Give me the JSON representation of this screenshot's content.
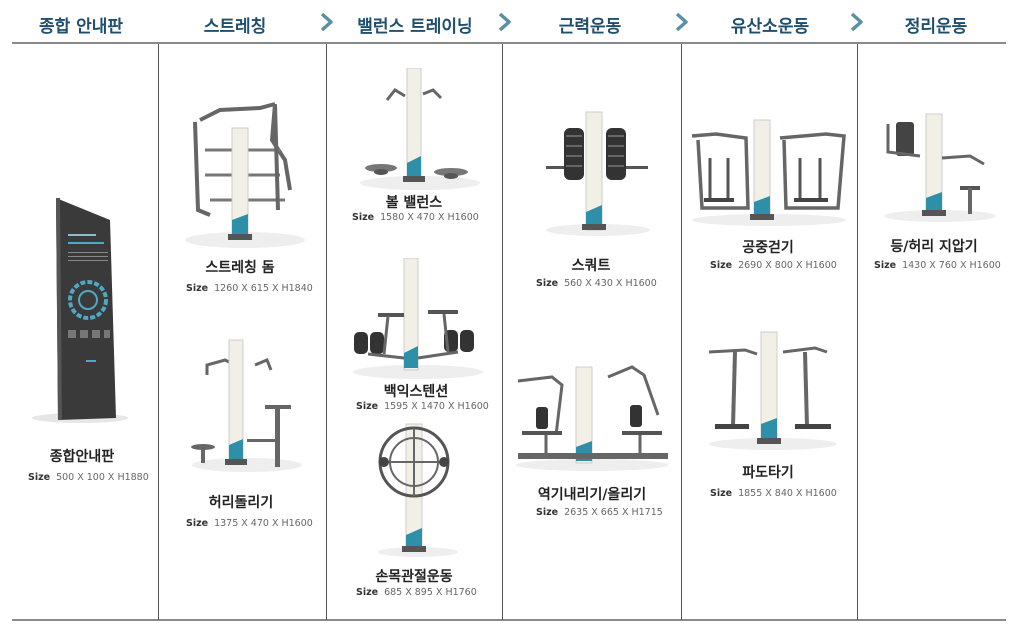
{
  "categories": [
    {
      "label": "종합 안내판"
    },
    {
      "label": "스트레칭"
    },
    {
      "label": "밸런스 트레이닝"
    },
    {
      "label": "근력운동"
    },
    {
      "label": "유산소운동"
    },
    {
      "label": "정리운동"
    }
  ],
  "size_label": "Size",
  "items": {
    "guide_board": {
      "name": "종합안내판",
      "size": "500 X 100 X H1880"
    },
    "stretching_dome": {
      "name": "스트레칭 돔",
      "size": "1260 X 615 X H1840"
    },
    "waist_twister": {
      "name": "허리돌리기",
      "size": "1375 X 470 X H1600"
    },
    "ball_balance": {
      "name": "볼 밸런스",
      "size": "1580 X 470 X H1600"
    },
    "back_extension": {
      "name": "백익스텐션",
      "size": "1595 X 1470 X H1600"
    },
    "wrist_joint": {
      "name": "손목관절운동",
      "size": "685 X 895 X H1760"
    },
    "squat": {
      "name": "스쿼트",
      "size": "560 X 430 X H1600"
    },
    "lat_pull_press": {
      "name": "역기내리기/올리기",
      "size": "2635 X 665 X H1715"
    },
    "air_walker": {
      "name": "공중걷기",
      "size": "2690 X 800 X H1600"
    },
    "surf_rider": {
      "name": "파도타기",
      "size": "1855 X 840 X H1600"
    },
    "back_press": {
      "name": "등/허리 지압기",
      "size": "1430 X 760 X H1600"
    }
  },
  "colors": {
    "heading": "#1f4f6e",
    "accent": "#2d8fa8",
    "chevron": "#5b8fa6",
    "metal": "#6b6b6b"
  }
}
